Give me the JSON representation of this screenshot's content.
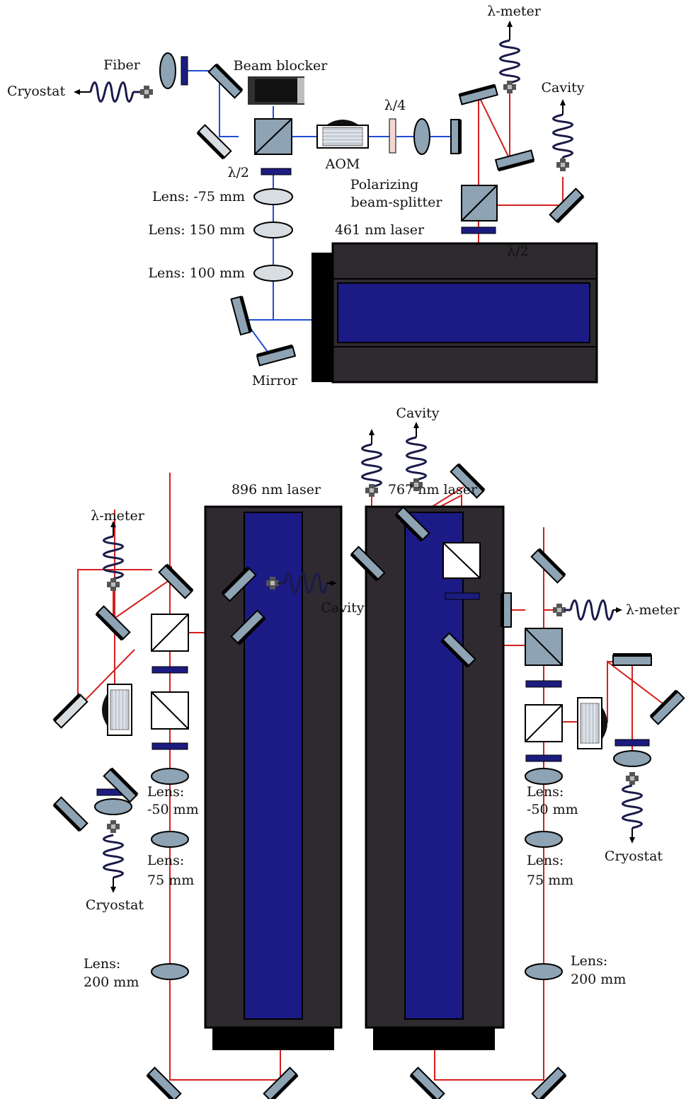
{
  "colors": {
    "beam_blue": "#1f4fd0",
    "beam_red": "#d42020",
    "optic_grey": "#8ea3b3",
    "laser_housing": "#2e2a30",
    "laser_core": "#1c1a85",
    "waveplate": "#1c1c80",
    "base_black": "#000000"
  },
  "top_setup": {
    "laser_label": "461 nm laser",
    "fiber_label": "Fiber",
    "cryostat_label": "Cryostat",
    "beam_blocker_label": "Beam blocker",
    "aom_label": "AOM",
    "quarter_wave_label": "λ/4",
    "half_wave_label_left": "λ/2",
    "half_wave_label_right": "λ/2",
    "pbs_label_line1": "Polarizing",
    "pbs_label_line2": "beam-splitter",
    "lens1_label": "Lens: -75 mm",
    "lens2_label": "Lens: 150 mm",
    "lens3_label": "Lens: 100 mm",
    "mirror_label": "Mirror",
    "wavemeter_label": "λ-meter",
    "cavity_label": "Cavity"
  },
  "bottom_left_setup": {
    "laser_label": "896 nm laser",
    "wavemeter_label": "λ-meter",
    "cavity_label": "Cavity",
    "cryostat_label": "Cryostat",
    "lens1_line1": "Lens:",
    "lens1_line2": "-50 mm",
    "lens2_line1": "Lens:",
    "lens2_line2": "75 mm",
    "lens3_line1": "Lens:",
    "lens3_line2": "200 mm"
  },
  "bottom_right_setup": {
    "laser_label": "767 nm laser",
    "cavity_label": "Cavity",
    "wavemeter_label": "λ-meter",
    "cryostat_label": "Cryostat",
    "lens1_line1": "Lens:",
    "lens1_line2": "-50 mm",
    "lens2_line1": "Lens:",
    "lens2_line2": "75 mm",
    "lens3_line1": "Lens:",
    "lens3_line2": "200 mm"
  }
}
